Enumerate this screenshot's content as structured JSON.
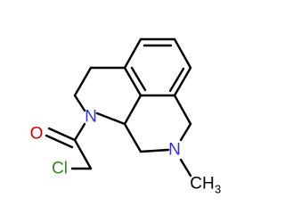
{
  "molecule": {
    "atoms": {
      "n1": {
        "symbol": "N"
      },
      "n2": {
        "symbol": "N"
      },
      "o": {
        "symbol": "O"
      },
      "cl": {
        "symbol": "Cl"
      },
      "methyl": {
        "symbol": "CH",
        "subscript": "3"
      }
    },
    "colors": {
      "bond": "#000000",
      "nitrogen": "#3333cc",
      "oxygen": "#cc0000",
      "chlorine": "#2e8b22",
      "carbon": "#000000"
    }
  }
}
